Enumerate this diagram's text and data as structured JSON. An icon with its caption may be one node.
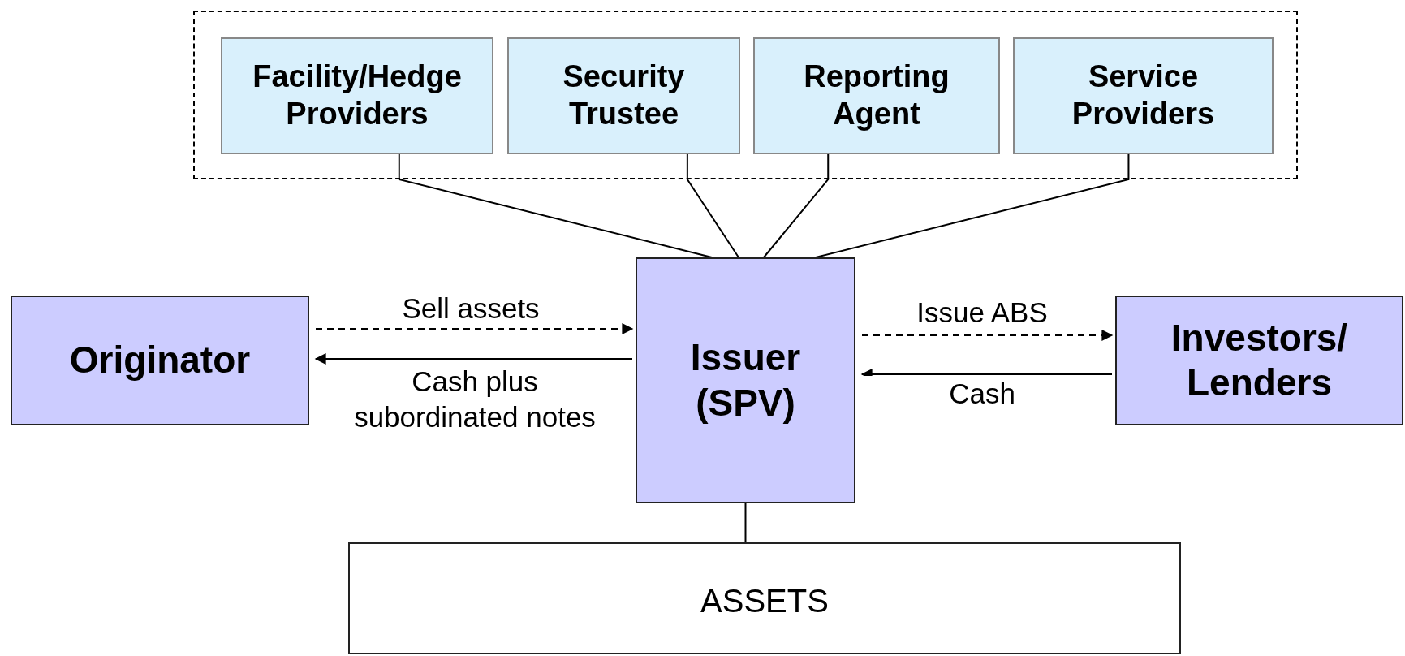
{
  "diagram": {
    "nodes": [
      {
        "text": [],
        "shape": "box"
      },
      {
        "text": [
          "Facility/Hedge Providers"
        ],
        "in": 0
      },
      {
        "text": [
          "Security Trustee"
        ],
        "in": 0
      },
      {
        "text": [
          "Reporting Agent"
        ],
        "in": 0
      },
      {
        "text": [
          "Service Providers"
        ],
        "in": 0
      },
      {
        "text": [
          "Originator"
        ]
      },
      {
        "text": [
          "Issuer (SPV)"
        ]
      },
      {
        "text": [
          "Investors/ Lenders"
        ]
      },
      {
        "text": [
          "ASSETS"
        ]
      }
    ],
    "edges": [
      {
        "from": 1,
        "to": 6,
        "arrow": "none"
      },
      {
        "from": 2,
        "to": 6,
        "arrow": "none"
      },
      {
        "from": 3,
        "to": 6,
        "arrow": "none"
      },
      {
        "from": 4,
        "to": 6,
        "arrow": "none"
      },
      {
        "from": 5,
        "to": 6,
        "arrow": "to",
        "label": "Sell assets",
        "style": "dashed"
      },
      {
        "from": 6,
        "to": 5,
        "arrow": "to",
        "label": "Cash plus subordinated notes"
      },
      {
        "from": 6,
        "to": 7,
        "arrow": "to",
        "label": "Issue ABS",
        "style": "dashed"
      },
      {
        "from": 7,
        "to": 6,
        "arrow": "to",
        "label": "Cash"
      },
      {
        "from": 6,
        "to": 8,
        "arrow": "none"
      }
    ]
  }
}
